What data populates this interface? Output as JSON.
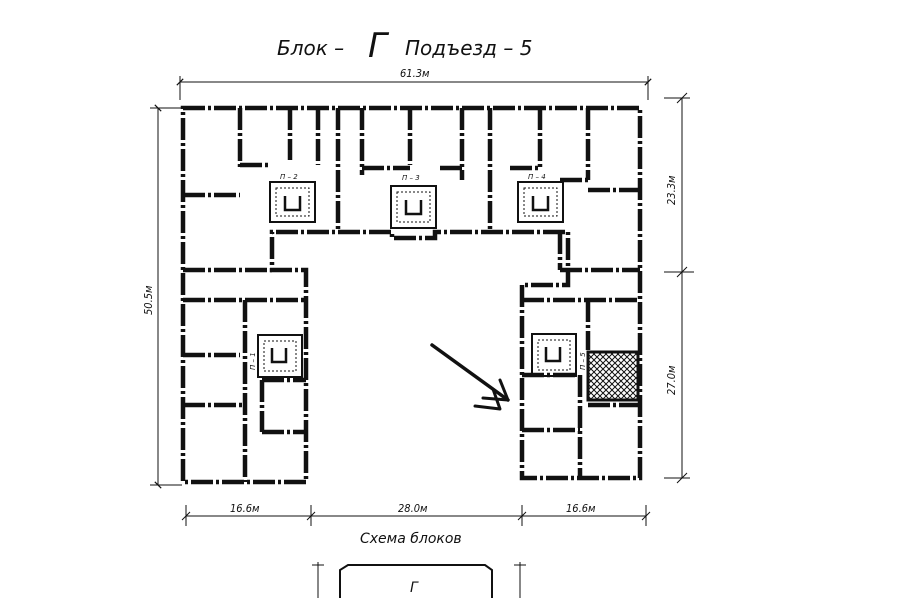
{
  "title": {
    "prefix": "Блок –",
    "block_letter": "Г",
    "suffix": "Подъезд – 5"
  },
  "dimensions": {
    "total_width": "61.3м",
    "total_height": "50.5м",
    "upper_height": "23.3м",
    "lower_height": "27.0м",
    "left_wing": "16.6м",
    "courtyard": "28.0м",
    "right_wing": "16.6м"
  },
  "entrances": [
    {
      "id": "entrance-1",
      "label": "П – 1"
    },
    {
      "id": "entrance-2",
      "label": "П – 2"
    },
    {
      "id": "entrance-3",
      "label": "П – 3"
    },
    {
      "id": "entrance-4",
      "label": "П – 4"
    },
    {
      "id": "entrance-5",
      "label": "П – 5"
    }
  ],
  "caption": "Схема блоков",
  "block_key_label": "Г"
}
